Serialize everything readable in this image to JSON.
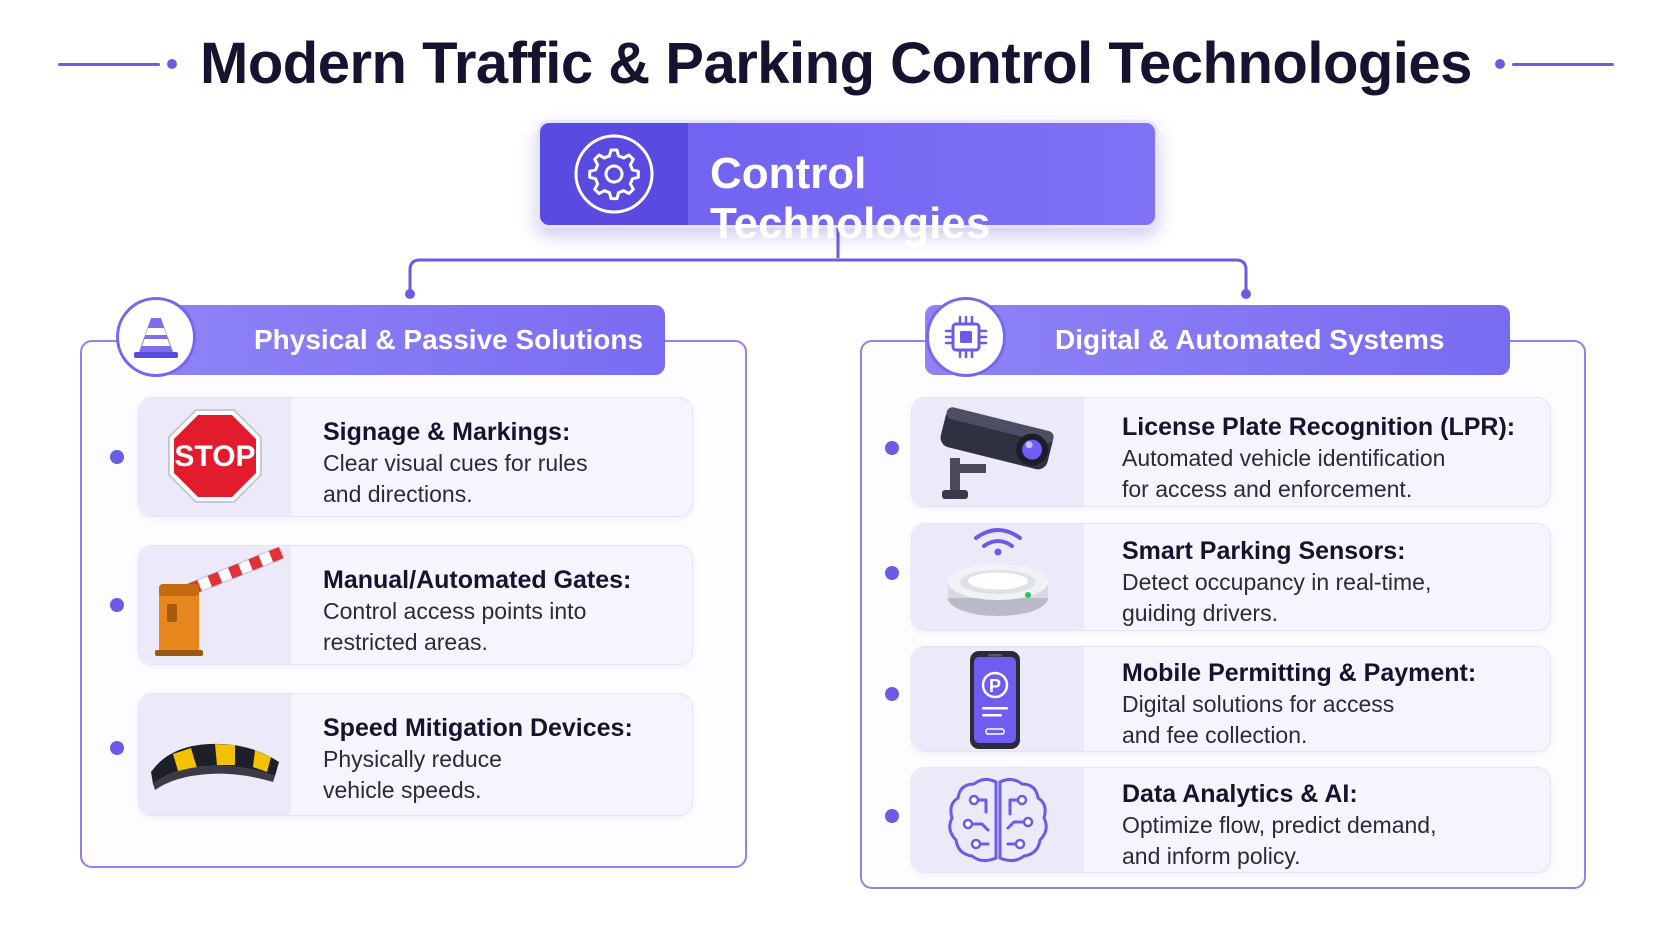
{
  "page": {
    "title": "Modern Traffic & Parking Control Technologies"
  },
  "hub": {
    "title": "Control Technologies",
    "icon": "gear-icon"
  },
  "left_panel": {
    "title": "Physical & Passive Solutions",
    "icon": "traffic-cone-icon",
    "items": [
      {
        "title": "Signage & Markings:",
        "desc1": "Clear visual cues for rules",
        "desc2": "and directions.",
        "icon": "stop-sign-icon",
        "sign_text": "STOP"
      },
      {
        "title": "Manual/Automated Gates:",
        "desc1": "Control access points into",
        "desc2": "restricted areas.",
        "icon": "barrier-gate-icon"
      },
      {
        "title": "Speed Mitigation Devices:",
        "desc1": "Physically reduce",
        "desc2": "vehicle speeds.",
        "icon": "speed-bump-icon"
      }
    ]
  },
  "right_panel": {
    "title": "Digital & Automated Systems",
    "icon": "chip-icon",
    "items": [
      {
        "title": "License Plate Recognition (LPR):",
        "desc1": "Automated vehicle identification",
        "desc2": "for access and enforcement.",
        "icon": "security-camera-icon"
      },
      {
        "title": "Smart Parking Sensors:",
        "desc1": "Detect occupancy in real-time,",
        "desc2": "guiding drivers.",
        "icon": "parking-sensor-icon"
      },
      {
        "title": "Mobile Permitting & Payment:",
        "desc1": "Digital solutions for access",
        "desc2": "and fee collection.",
        "icon": "mobile-phone-parking-icon",
        "phone_glyph": "P"
      },
      {
        "title": "Data Analytics & AI:",
        "desc1": "Optimize flow, predict demand,",
        "desc2": "and inform policy.",
        "icon": "brain-circuit-icon"
      }
    ]
  },
  "colors": {
    "accent": "#6b5ce7",
    "header": "#7f72f5",
    "card_bg": "#f6f5fd",
    "stop_red": "#e21b2d",
    "gate_orange": "#e8871e",
    "bump_yellow": "#f2c200"
  }
}
